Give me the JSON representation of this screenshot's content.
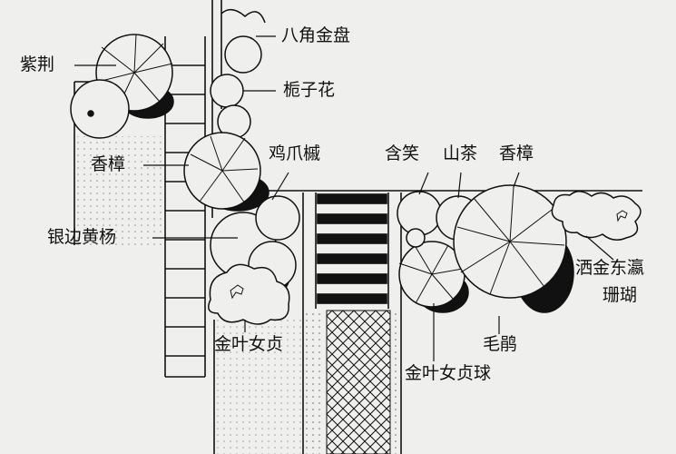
{
  "labels": {
    "zijing": "紫荆",
    "bajiao_jinpan": "八角金盘",
    "zhizihua": "栀子花",
    "xiangzhang_left": "香樟",
    "jizhaoqi": "鸡爪槭",
    "hanxiao": "含笑",
    "shancha": "山茶",
    "xiangzhang_right": "香樟",
    "yinbian_huangyang": "银边黄杨",
    "sajin_dongying": "洒金东瀛",
    "shanhu": "珊瑚",
    "jinye_nvzhen": "金叶女贞",
    "maojuan": "毛鹃",
    "jinye_nvzhen_qiu": "金叶女贞球"
  },
  "colors": {
    "ink": "#111111",
    "paper": "#efefed",
    "stipple": "#555555"
  }
}
